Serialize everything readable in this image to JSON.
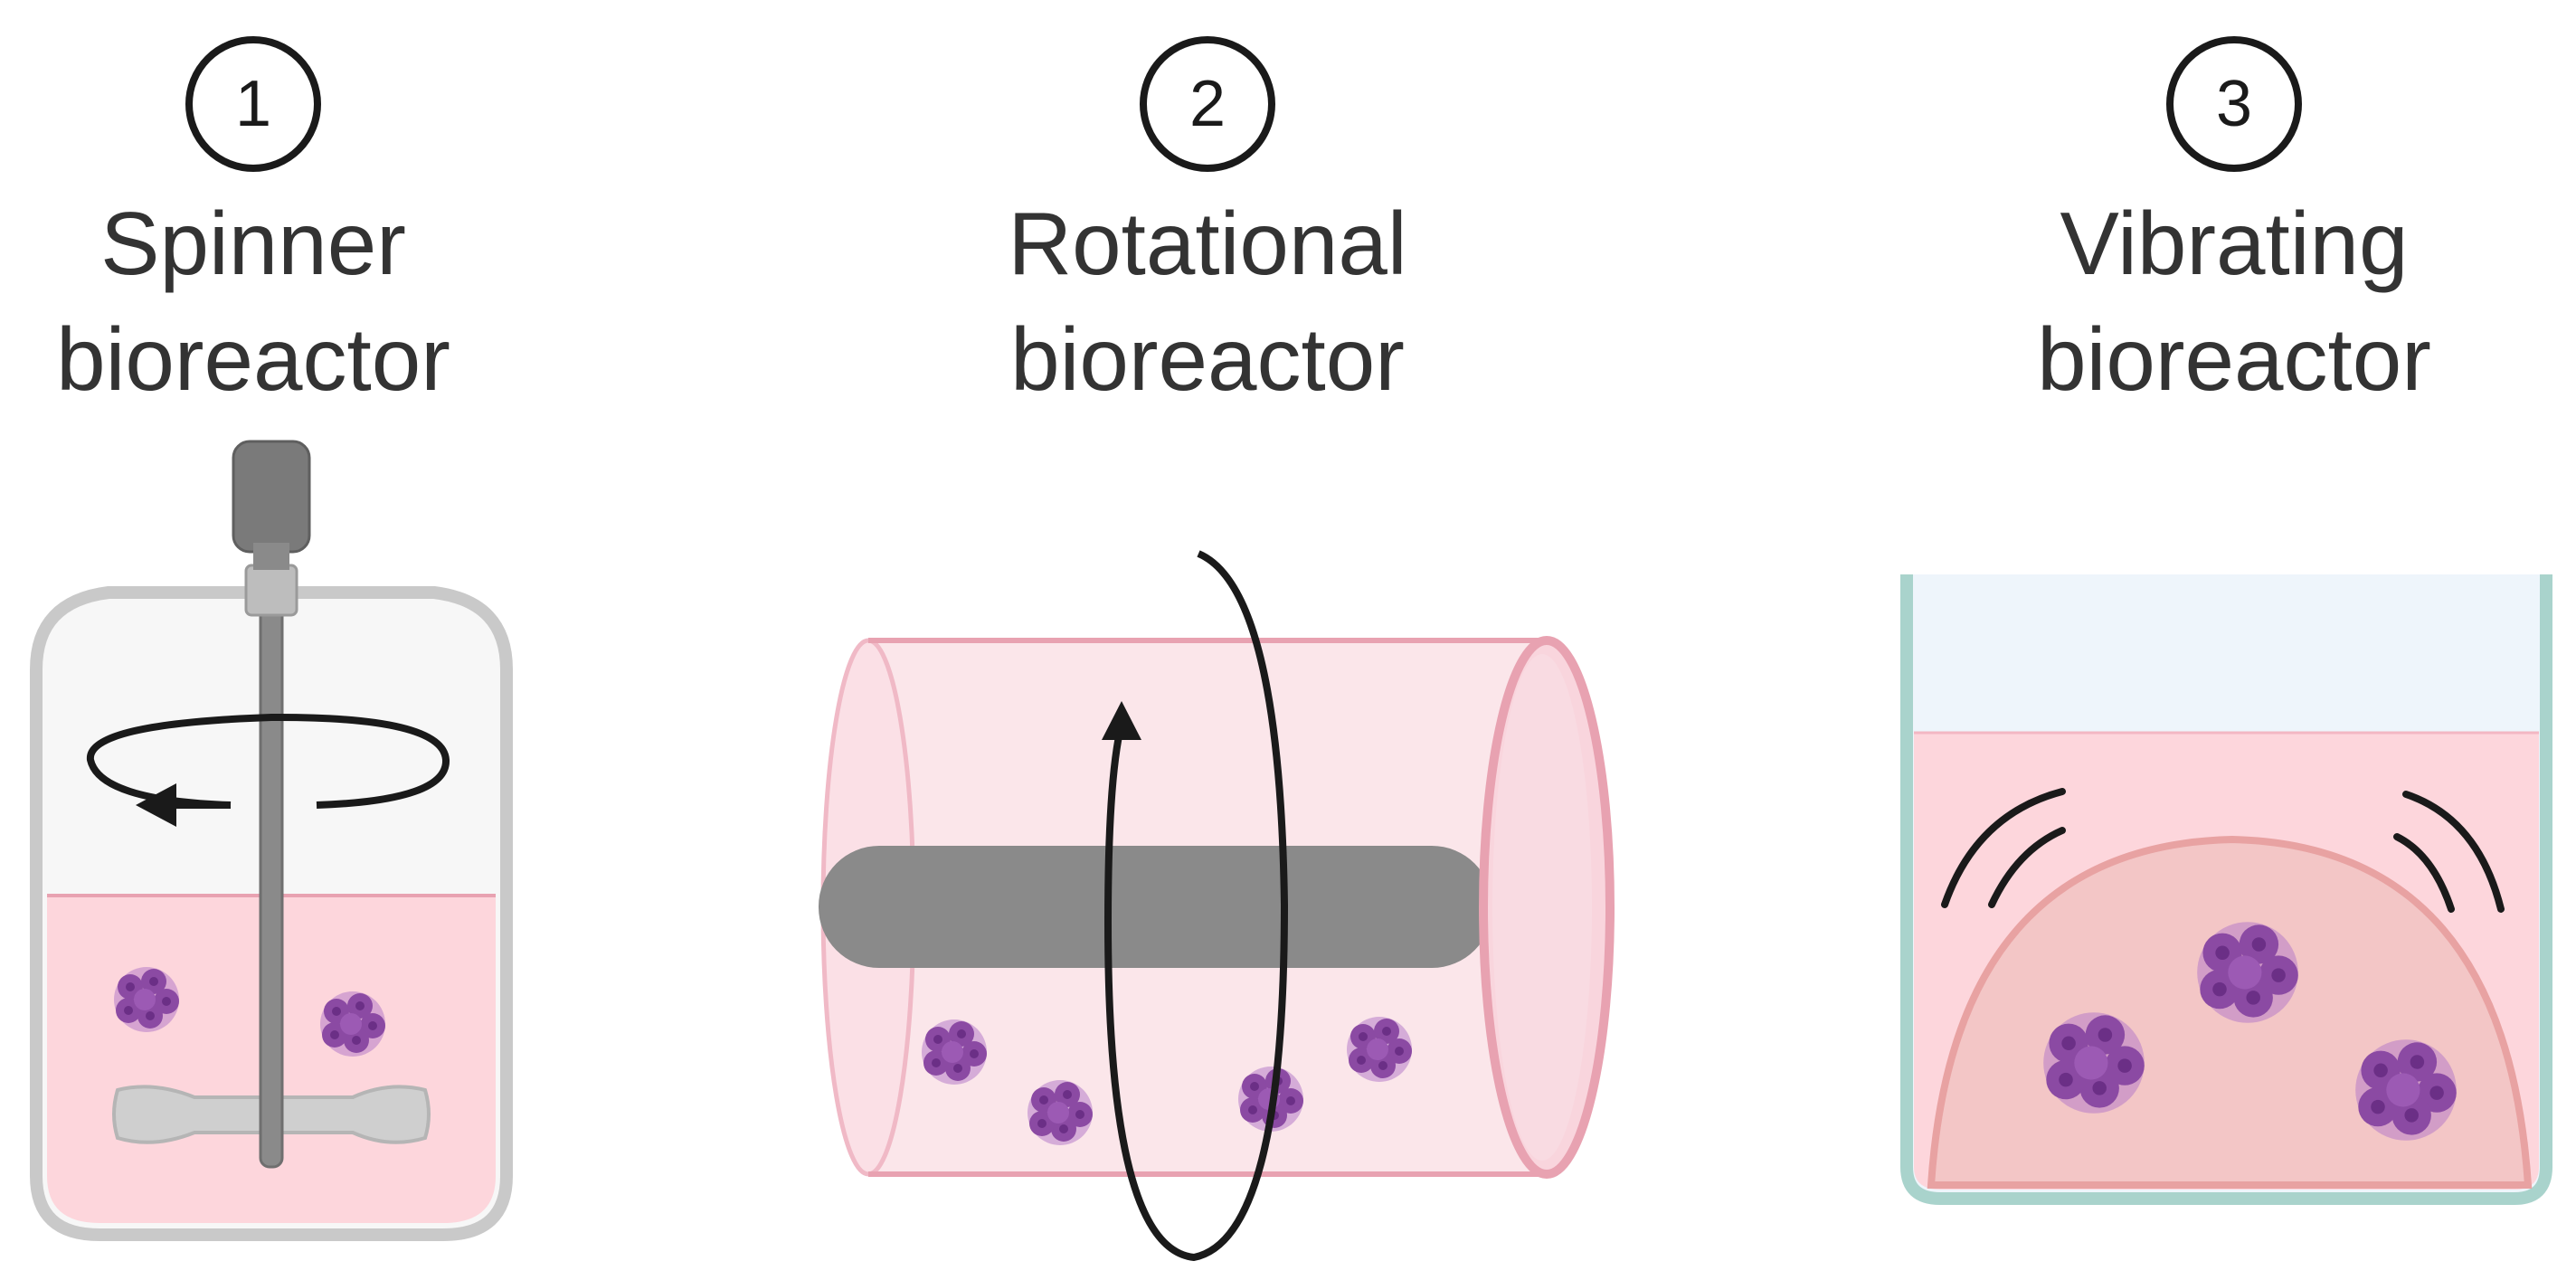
{
  "panels": [
    {
      "number": "1",
      "title_line1": "Spinner",
      "title_line2": "bioreactor"
    },
    {
      "number": "2",
      "title_line1": "Rotational",
      "title_line2": "bioreactor"
    },
    {
      "number": "3",
      "title_line1": "Vibrating",
      "title_line2": "bioreactor"
    }
  ],
  "colors": {
    "medium_pink": "#fdd6dc",
    "vessel_grey": "#c9c9c9",
    "rod_grey": "#8a8a8a",
    "cell_purple": "#8b4aa3",
    "outline_dark": "#1a1a1a",
    "tube_pink": "#e8a2b1",
    "dish_teal": "#a9d3cc"
  }
}
